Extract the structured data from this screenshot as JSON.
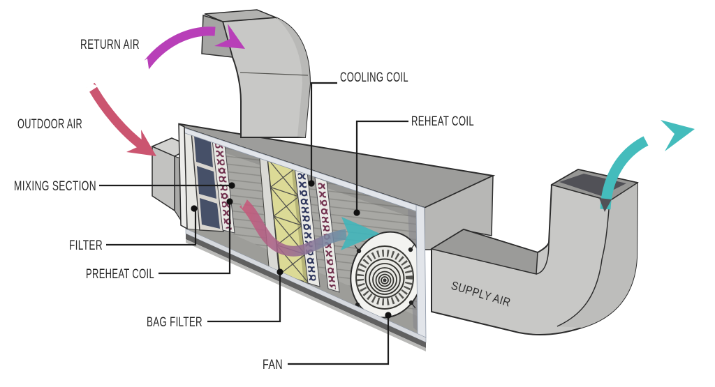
{
  "diagram": {
    "labels": {
      "return_air": "RETURN AIR",
      "outdoor_air": "OUTDOOR AIR",
      "mixing_section": "MIXING SECTION",
      "filter": "FILTER",
      "preheat_coil": "PREHEAT COIL",
      "bag_filter": "BAG FILTER",
      "fan": "FAN",
      "cooling_coil": "COOLING COIL",
      "reheat_coil": "REHEAT COIL",
      "supply_air": "SUPPLY AIR"
    },
    "arrows": {
      "return_air_arrow_color": "#b83fb8",
      "outdoor_air_arrow_color": "#cb5570",
      "supply_air_arrow_color": "#44bcbc",
      "internal_flow_gradient": [
        "#c8587a",
        "#976b92",
        "#41b5ba"
      ]
    },
    "colors": {
      "casing": "#c8c8c6",
      "casing_top": "#9d9d9b",
      "interior_wall": "#a8a8a4",
      "filter_panel": "#465068",
      "preheat_reheat_coil": "#6d2b49",
      "cooling_coil": "#283058",
      "bag_filter": "#dcda96",
      "outline": "#2c2c2c",
      "background": "#ffffff"
    }
  }
}
